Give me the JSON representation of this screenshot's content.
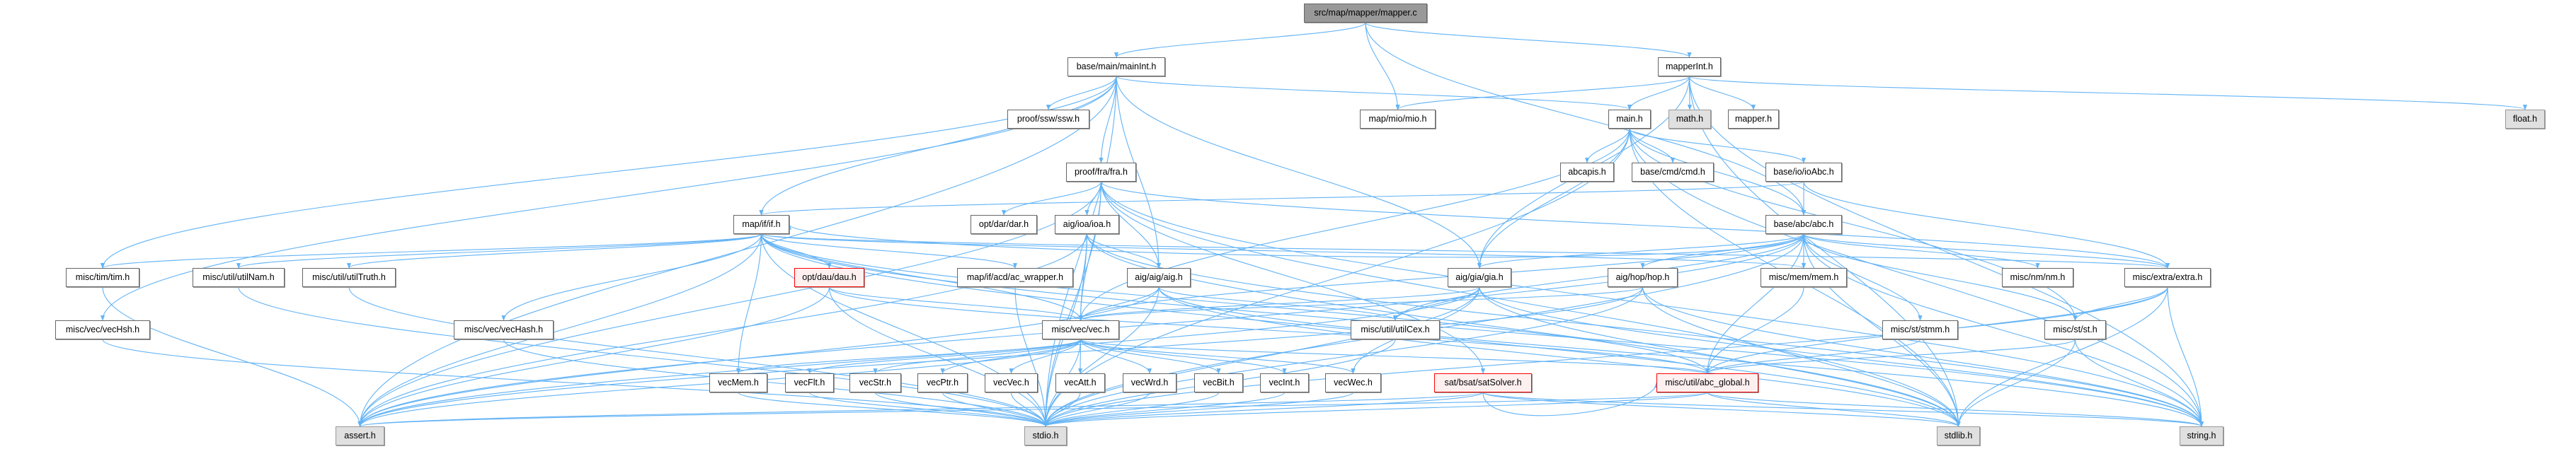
{
  "title": "src/map/mapper/mapper.c",
  "colors": {
    "edge": "#63b3f5",
    "root_fill": "#999999",
    "system_fill": "#e0e0e0",
    "incomplete_border": "#ff0000"
  },
  "nodes": [
    {
      "id": "mapper_c",
      "label": "src/map/mapper/mapper.c",
      "style": "root"
    },
    {
      "id": "mainInt",
      "label": "base/main/mainInt.h",
      "style": "normal"
    },
    {
      "id": "mapperInt",
      "label": "mapperInt.h",
      "style": "normal"
    },
    {
      "id": "ssw",
      "label": "proof/ssw/ssw.h",
      "style": "normal"
    },
    {
      "id": "mio",
      "label": "map/mio/mio.h",
      "style": "normal"
    },
    {
      "id": "main",
      "label": "main.h",
      "style": "normal"
    },
    {
      "id": "math",
      "label": "math.h",
      "style": "system"
    },
    {
      "id": "mapper_h",
      "label": "mapper.h",
      "style": "normal"
    },
    {
      "id": "float",
      "label": "float.h",
      "style": "system"
    },
    {
      "id": "fra",
      "label": "proof/fra/fra.h",
      "style": "normal"
    },
    {
      "id": "abcapis",
      "label": "abcapis.h",
      "style": "normal"
    },
    {
      "id": "cmd",
      "label": "base/cmd/cmd.h",
      "style": "normal"
    },
    {
      "id": "ioAbc",
      "label": "base/io/ioAbc.h",
      "style": "normal"
    },
    {
      "id": "if",
      "label": "map/if/if.h",
      "style": "normal"
    },
    {
      "id": "dar",
      "label": "opt/dar/dar.h",
      "style": "normal"
    },
    {
      "id": "ioa",
      "label": "aig/ioa/ioa.h",
      "style": "normal"
    },
    {
      "id": "abc",
      "label": "base/abc/abc.h",
      "style": "normal"
    },
    {
      "id": "tim",
      "label": "misc/tim/tim.h",
      "style": "normal"
    },
    {
      "id": "utilNam",
      "label": "misc/util/utilNam.h",
      "style": "normal"
    },
    {
      "id": "utilTruth",
      "label": "misc/util/utilTruth.h",
      "style": "normal"
    },
    {
      "id": "dau",
      "label": "opt/dau/dau.h",
      "style": "incomplete"
    },
    {
      "id": "ac_wrapper",
      "label": "map/if/acd/ac_wrapper.h",
      "style": "normal"
    },
    {
      "id": "aig",
      "label": "aig/aig/aig.h",
      "style": "normal"
    },
    {
      "id": "gia",
      "label": "aig/gia/gia.h",
      "style": "normal"
    },
    {
      "id": "hop",
      "label": "aig/hop/hop.h",
      "style": "normal"
    },
    {
      "id": "mem",
      "label": "misc/mem/mem.h",
      "style": "normal"
    },
    {
      "id": "nm",
      "label": "misc/nm/nm.h",
      "style": "normal"
    },
    {
      "id": "extra",
      "label": "misc/extra/extra.h",
      "style": "normal"
    },
    {
      "id": "vecHsh",
      "label": "misc/vec/vecHsh.h",
      "style": "normal"
    },
    {
      "id": "vecHash",
      "label": "misc/vec/vecHash.h",
      "style": "normal"
    },
    {
      "id": "vec",
      "label": "misc/vec/vec.h",
      "style": "normal"
    },
    {
      "id": "utilCex",
      "label": "misc/util/utilCex.h",
      "style": "normal"
    },
    {
      "id": "stmm",
      "label": "misc/st/stmm.h",
      "style": "normal"
    },
    {
      "id": "st",
      "label": "misc/st/st.h",
      "style": "normal"
    },
    {
      "id": "vecMem",
      "label": "vecMem.h",
      "style": "normal"
    },
    {
      "id": "vecFlt",
      "label": "vecFlt.h",
      "style": "normal"
    },
    {
      "id": "vecStr",
      "label": "vecStr.h",
      "style": "normal"
    },
    {
      "id": "vecPtr",
      "label": "vecPtr.h",
      "style": "normal"
    },
    {
      "id": "vecVec",
      "label": "vecVec.h",
      "style": "normal"
    },
    {
      "id": "vecAtt",
      "label": "vecAtt.h",
      "style": "normal"
    },
    {
      "id": "vecWrd",
      "label": "vecWrd.h",
      "style": "normal"
    },
    {
      "id": "vecBit",
      "label": "vecBit.h",
      "style": "normal"
    },
    {
      "id": "vecInt",
      "label": "vecInt.h",
      "style": "normal"
    },
    {
      "id": "vecWec",
      "label": "vecWec.h",
      "style": "normal"
    },
    {
      "id": "satSolver",
      "label": "sat/bsat/satSolver.h",
      "style": "incomplete"
    },
    {
      "id": "abc_global",
      "label": "misc/util/abc_global.h",
      "style": "incomplete"
    },
    {
      "id": "assert",
      "label": "assert.h",
      "style": "system"
    },
    {
      "id": "stdio",
      "label": "stdio.h",
      "style": "system"
    },
    {
      "id": "stdlib",
      "label": "stdlib.h",
      "style": "system"
    },
    {
      "id": "string",
      "label": "string.h",
      "style": "system"
    }
  ],
  "edges": [
    [
      "mapper_c",
      "mainInt"
    ],
    [
      "mapper_c",
      "mio"
    ],
    [
      "mapper_c",
      "mapperInt"
    ],
    [
      "mapper_c",
      "abc"
    ],
    [
      "mainInt",
      "vecHsh"
    ],
    [
      "mainInt",
      "tim"
    ],
    [
      "mainInt",
      "if"
    ],
    [
      "mainInt",
      "ssw"
    ],
    [
      "mainInt",
      "fra"
    ],
    [
      "mainInt",
      "aig"
    ],
    [
      "mainInt",
      "gia"
    ],
    [
      "mainInt",
      "main"
    ],
    [
      "mainInt",
      "assert"
    ],
    [
      "mainInt",
      "stdio"
    ],
    [
      "mapperInt",
      "mio"
    ],
    [
      "mapperInt",
      "main"
    ],
    [
      "mapperInt",
      "math"
    ],
    [
      "mapperInt",
      "mapper_h"
    ],
    [
      "mapperInt",
      "float"
    ],
    [
      "mapperInt",
      "stdlib"
    ],
    [
      "mapperInt",
      "string"
    ],
    [
      "mapperInt",
      "gia"
    ],
    [
      "main",
      "abcapis"
    ],
    [
      "main",
      "cmd"
    ],
    [
      "main",
      "ioAbc"
    ],
    [
      "main",
      "abc"
    ],
    [
      "main",
      "vec"
    ],
    [
      "main",
      "gia"
    ],
    [
      "main",
      "st"
    ],
    [
      "main",
      "stdio"
    ],
    [
      "main",
      "stdlib"
    ],
    [
      "main",
      "string"
    ],
    [
      "ioAbc",
      "abc"
    ],
    [
      "ioAbc",
      "extra"
    ],
    [
      "ioAbc",
      "if"
    ],
    [
      "fra",
      "dar"
    ],
    [
      "fra",
      "ioa"
    ],
    [
      "fra",
      "aig"
    ],
    [
      "fra",
      "vec"
    ],
    [
      "fra",
      "satSolver"
    ],
    [
      "fra",
      "stdio"
    ],
    [
      "fra",
      "assert"
    ],
    [
      "fra",
      "stdlib"
    ],
    [
      "fra",
      "string"
    ],
    [
      "fra",
      "extra"
    ],
    [
      "if",
      "tim"
    ],
    [
      "if",
      "utilNam"
    ],
    [
      "if",
      "utilTruth"
    ],
    [
      "if",
      "dau"
    ],
    [
      "if",
      "ac_wrapper"
    ],
    [
      "if",
      "vecHash"
    ],
    [
      "if",
      "vecMem"
    ],
    [
      "if",
      "vec"
    ],
    [
      "if",
      "mem"
    ],
    [
      "if",
      "extra"
    ],
    [
      "if",
      "abc_global"
    ],
    [
      "if",
      "stdio"
    ],
    [
      "if",
      "assert"
    ],
    [
      "if",
      "stdlib"
    ],
    [
      "if",
      "string"
    ],
    [
      "abc",
      "gia"
    ],
    [
      "abc",
      "hop"
    ],
    [
      "abc",
      "mem"
    ],
    [
      "abc",
      "nm"
    ],
    [
      "abc",
      "extra"
    ],
    [
      "abc",
      "stmm"
    ],
    [
      "abc",
      "st"
    ],
    [
      "abc",
      "vec"
    ],
    [
      "abc",
      "utilCex"
    ],
    [
      "abc",
      "abc_global"
    ],
    [
      "abc",
      "stdio"
    ],
    [
      "abc",
      "stdlib"
    ],
    [
      "abc",
      "string"
    ],
    [
      "abc",
      "assert"
    ],
    [
      "abc",
      "if"
    ],
    [
      "ioa",
      "aig"
    ],
    [
      "ioa",
      "vec"
    ],
    [
      "ioa",
      "stdio"
    ],
    [
      "ioa",
      "stdlib"
    ],
    [
      "ioa",
      "string"
    ],
    [
      "ioa",
      "assert"
    ],
    [
      "aig",
      "vec"
    ],
    [
      "aig",
      "utilCex"
    ],
    [
      "aig",
      "stdio"
    ],
    [
      "aig",
      "assert"
    ],
    [
      "aig",
      "stdlib"
    ],
    [
      "aig",
      "string"
    ],
    [
      "gia",
      "vec"
    ],
    [
      "gia",
      "utilCex"
    ],
    [
      "gia",
      "vecWec"
    ],
    [
      "gia",
      "stdio"
    ],
    [
      "gia",
      "stdlib"
    ],
    [
      "gia",
      "string"
    ],
    [
      "gia",
      "assert"
    ],
    [
      "hop",
      "vec"
    ],
    [
      "hop",
      "stdio"
    ],
    [
      "hop",
      "stdlib"
    ],
    [
      "hop",
      "string"
    ],
    [
      "hop",
      "assert"
    ],
    [
      "dau",
      "vec"
    ],
    [
      "dau",
      "abc_global"
    ],
    [
      "dau",
      "stdio"
    ],
    [
      "dau",
      "assert"
    ],
    [
      "vec",
      "vecMem"
    ],
    [
      "vec",
      "vecFlt"
    ],
    [
      "vec",
      "vecStr"
    ],
    [
      "vec",
      "vecPtr"
    ],
    [
      "vec",
      "vecVec"
    ],
    [
      "vec",
      "vecAtt"
    ],
    [
      "vec",
      "vecWrd"
    ],
    [
      "vec",
      "vecBit"
    ],
    [
      "vec",
      "vecInt"
    ],
    [
      "vec",
      "vecWec"
    ],
    [
      "vec",
      "abc_global"
    ],
    [
      "vec",
      "stdio"
    ],
    [
      "vec",
      "assert"
    ],
    [
      "vecMem",
      "stdio"
    ],
    [
      "vecFlt",
      "stdio"
    ],
    [
      "vecStr",
      "stdio"
    ],
    [
      "vecPtr",
      "stdio"
    ],
    [
      "vecVec",
      "stdio"
    ],
    [
      "vecAtt",
      "stdio"
    ],
    [
      "vecWrd",
      "stdio"
    ],
    [
      "vecBit",
      "stdio"
    ],
    [
      "vecInt",
      "stdio"
    ],
    [
      "vecWec",
      "stdio"
    ],
    [
      "extra",
      "st"
    ],
    [
      "extra",
      "stdlib"
    ],
    [
      "extra",
      "string"
    ],
    [
      "extra",
      "stdio"
    ],
    [
      "extra",
      "abc_global"
    ],
    [
      "st",
      "abc_global"
    ],
    [
      "st",
      "stdlib"
    ],
    [
      "st",
      "string"
    ],
    [
      "stmm",
      "abc_global"
    ],
    [
      "mem",
      "abc_global"
    ],
    [
      "abc_global",
      "stdio"
    ],
    [
      "abc_global",
      "stdlib"
    ],
    [
      "abc_global",
      "string"
    ],
    [
      "abc_global",
      "assert"
    ],
    [
      "satSolver",
      "stdio"
    ],
    [
      "satSolver",
      "stdlib"
    ],
    [
      "satSolver",
      "string"
    ],
    [
      "satSolver",
      "assert"
    ],
    [
      "satSolver",
      "abc_global"
    ],
    [
      "vecHsh",
      "stdio"
    ],
    [
      "vecHash",
      "stdio"
    ],
    [
      "tim",
      "assert"
    ],
    [
      "utilNam",
      "stdio"
    ],
    [
      "utilTruth",
      "stdio"
    ],
    [
      "ac_wrapper",
      "stdio"
    ],
    [
      "utilCex",
      "stdio"
    ]
  ]
}
